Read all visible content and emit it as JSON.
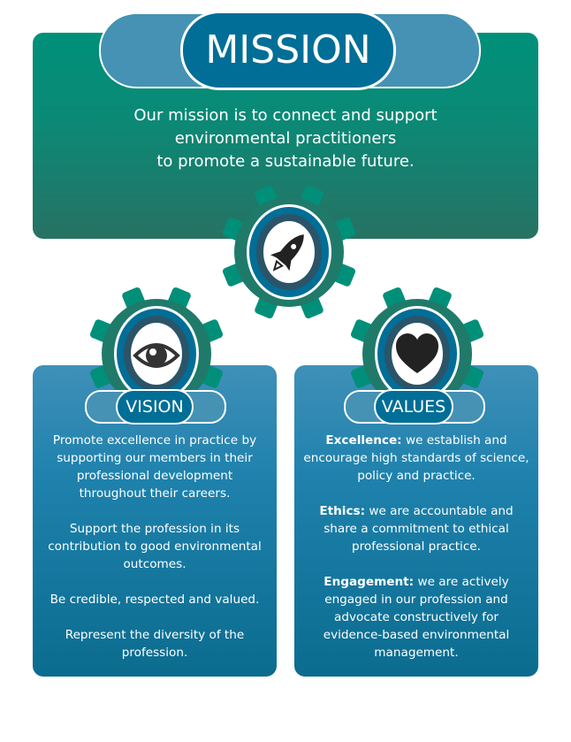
{
  "mission": {
    "title": "MISSION",
    "lines": [
      "Our mission is to connect and support",
      "environmental practitioners",
      "to promote a sustainable future."
    ],
    "icon": "rocket-icon"
  },
  "vision": {
    "title": "VISION",
    "icon": "eye-icon",
    "paragraphs": [
      "Promote excellence in practice by supporting our members in their professional development throughout their careers.",
      "Support the profession in its contribution to good environmental outcomes.",
      "Be credible, respected and valued.",
      "Represent the diversity of the profession."
    ]
  },
  "values": {
    "title": "VALUES",
    "icon": "heart-icon",
    "items": [
      {
        "term": "Excellence:",
        "text": " we establish and encourage high standards of science, policy and practice."
      },
      {
        "term": "Ethics:",
        "text": " we are accountable and share a commitment to ethical professional practice."
      },
      {
        "term": "Engagement:",
        "text": " we are actively engaged in our profession and advocate constructively for evidence-based environmental management."
      }
    ]
  },
  "colors": {
    "teal": "#00907a",
    "blue": "#006e96",
    "light_blue": "#4592b4",
    "dark_ring": "#2b5468"
  }
}
